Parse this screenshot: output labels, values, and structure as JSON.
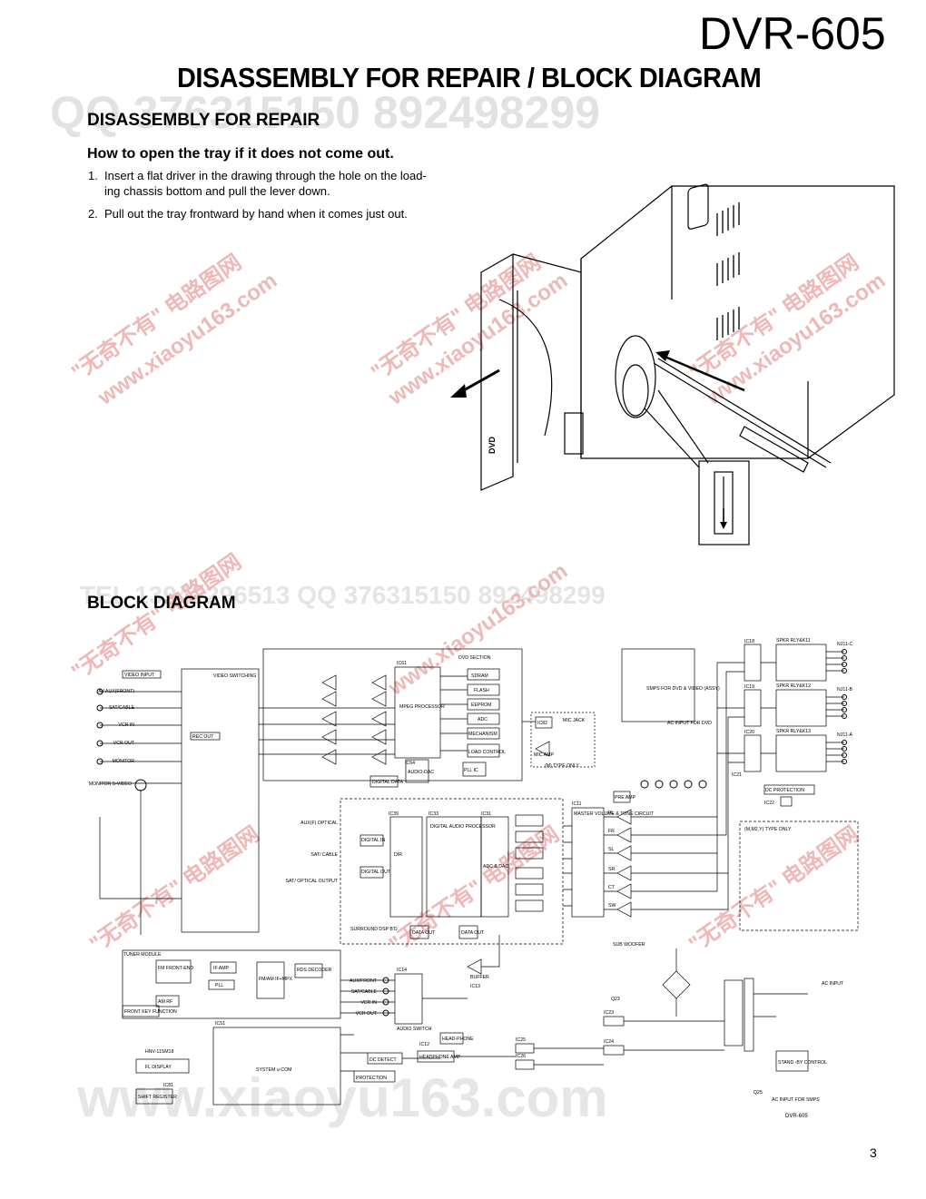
{
  "header": {
    "model": "DVR-605",
    "title": "DISASSEMBLY FOR REPAIR / BLOCK DIAGRAM"
  },
  "disassembly": {
    "heading": "DISASSEMBLY FOR REPAIR",
    "subheading": "How to open the tray if it does not come out.",
    "steps": [
      {
        "num": "1.",
        "text_line1": "Insert a flat driver in the drawing through the hole on the load-",
        "text_line2": "ing chassis bottom and pull the lever down."
      },
      {
        "num": "2.",
        "text": "Pull out the tray frontward by hand when it comes just out."
      }
    ],
    "tray_label": "DVD"
  },
  "block_diagram": {
    "heading": "BLOCK DIAGRAM",
    "code": "DVR-605",
    "blocks": {
      "dvd_section": "DVD SECTION",
      "mpeg": "MPEG PROCESSOR",
      "sdram": "SDRAM",
      "flash": "FLASH",
      "eeprom": "EEPROM",
      "adc": "ADC",
      "mechanism": "MECHANISM",
      "load_control": "LOAD CONTROL",
      "video_input": "VIDEO INPUT",
      "video_switching": "VIDEO SWITCHING",
      "rec_out": "REC OUT",
      "pll_ic": "PLL IC",
      "audio_dac": "AUDIO-DAC",
      "digital_data": "DIGITAL DATA",
      "mic_jack": "MIC JACK",
      "mic_amp": "MIC AMP",
      "m_type_only": "(M) TYPE ONLY",
      "smps": "SMPS FOR DVD & VIDEO (ASSY)",
      "ac_input_dvd": "AC INPUT FOR DVD",
      "digital_audio_processor": "DIGITAL AUDIO PROCESSOR",
      "dir": "DIR",
      "adc_dac": "ADC & DAC",
      "digital_in": "DIGITAL IN",
      "digital_out": "DIGITAL OUT",
      "data_out1": "DATA OUT",
      "data_out2": "DATA OUT",
      "surround": "SURROUND DSP B'D",
      "master_volume": "MASTER VOLUME & TONE CIRCUIT",
      "pre_amp": "PRE AMP",
      "tuner_module": "TUNER MODULE",
      "fm_front_end": "FM FRONT-END",
      "if_amp": "IF AMP",
      "pll": "PLL",
      "am_rf": "AM RF",
      "fm_am_if": "FM/AM IF+MPX",
      "rds_decoder": "RDS DECODER",
      "audio_switch": "AUDIO SWITCH",
      "buffer": "BUFFER",
      "front_key": "FRONT KEY FUNCTION",
      "system_ucom": "SYSTEM u-COM",
      "fl_display": "FL DISPLAY",
      "hnv": "HNV-11SM18",
      "shift_register": "SHIFT REGISTER",
      "dc_detect": "DC DETECT",
      "protection": "PROTECTION",
      "headphone_amp": "HEADPHONE AMP",
      "headphone": "HEAD-PHONE",
      "dc_protection": "DC PROTECTION",
      "mm2y_type": "(M,M2,Y) TYPE ONLY",
      "stand_by": "STAND -BY CONTROL",
      "ac_input": "AC INPUT",
      "ac_input_smps": "AC INPUT FOR SMPS",
      "sub_woofer": "SUB WOOFER",
      "spkr_relay11": "SPKR RLY&K11",
      "spkr_relay12": "SPKR RLY&K12",
      "spkr_relay13": "SPKR RLY&K13"
    },
    "left_jacks": [
      "AV AUX(FRONT)",
      "SAT/CABLE",
      "VCR IN",
      "VCR OUT",
      "MONITOR",
      "MONITOR S-VIDEO"
    ],
    "audio_inputs": [
      "AUX(F) OPTICAL",
      "SAT/ CABLE",
      "SAT/ OPTICAL OUTPUT"
    ],
    "switch_inputs": [
      "AUX/FRONT",
      "SAT/CABLE",
      "VCR IN",
      "VCR OUT"
    ],
    "channels": [
      "FL",
      "FR",
      "SL",
      "SR",
      "CT",
      "SW"
    ],
    "outputs_right": [
      "NJ11-C",
      "NJ11-B",
      "NJ11-A"
    ],
    "ic_labels": [
      "IC61",
      "IC64",
      "IC82",
      "IC39",
      "IC33",
      "IC31",
      "IC11",
      "IC14",
      "IC13",
      "IC51",
      "IC81",
      "IC12",
      "IC18",
      "IC19",
      "IC20",
      "IC21",
      "IC22",
      "IC23",
      "IC24",
      "IC25",
      "IC26",
      "Q23",
      "Q25"
    ]
  }
}
